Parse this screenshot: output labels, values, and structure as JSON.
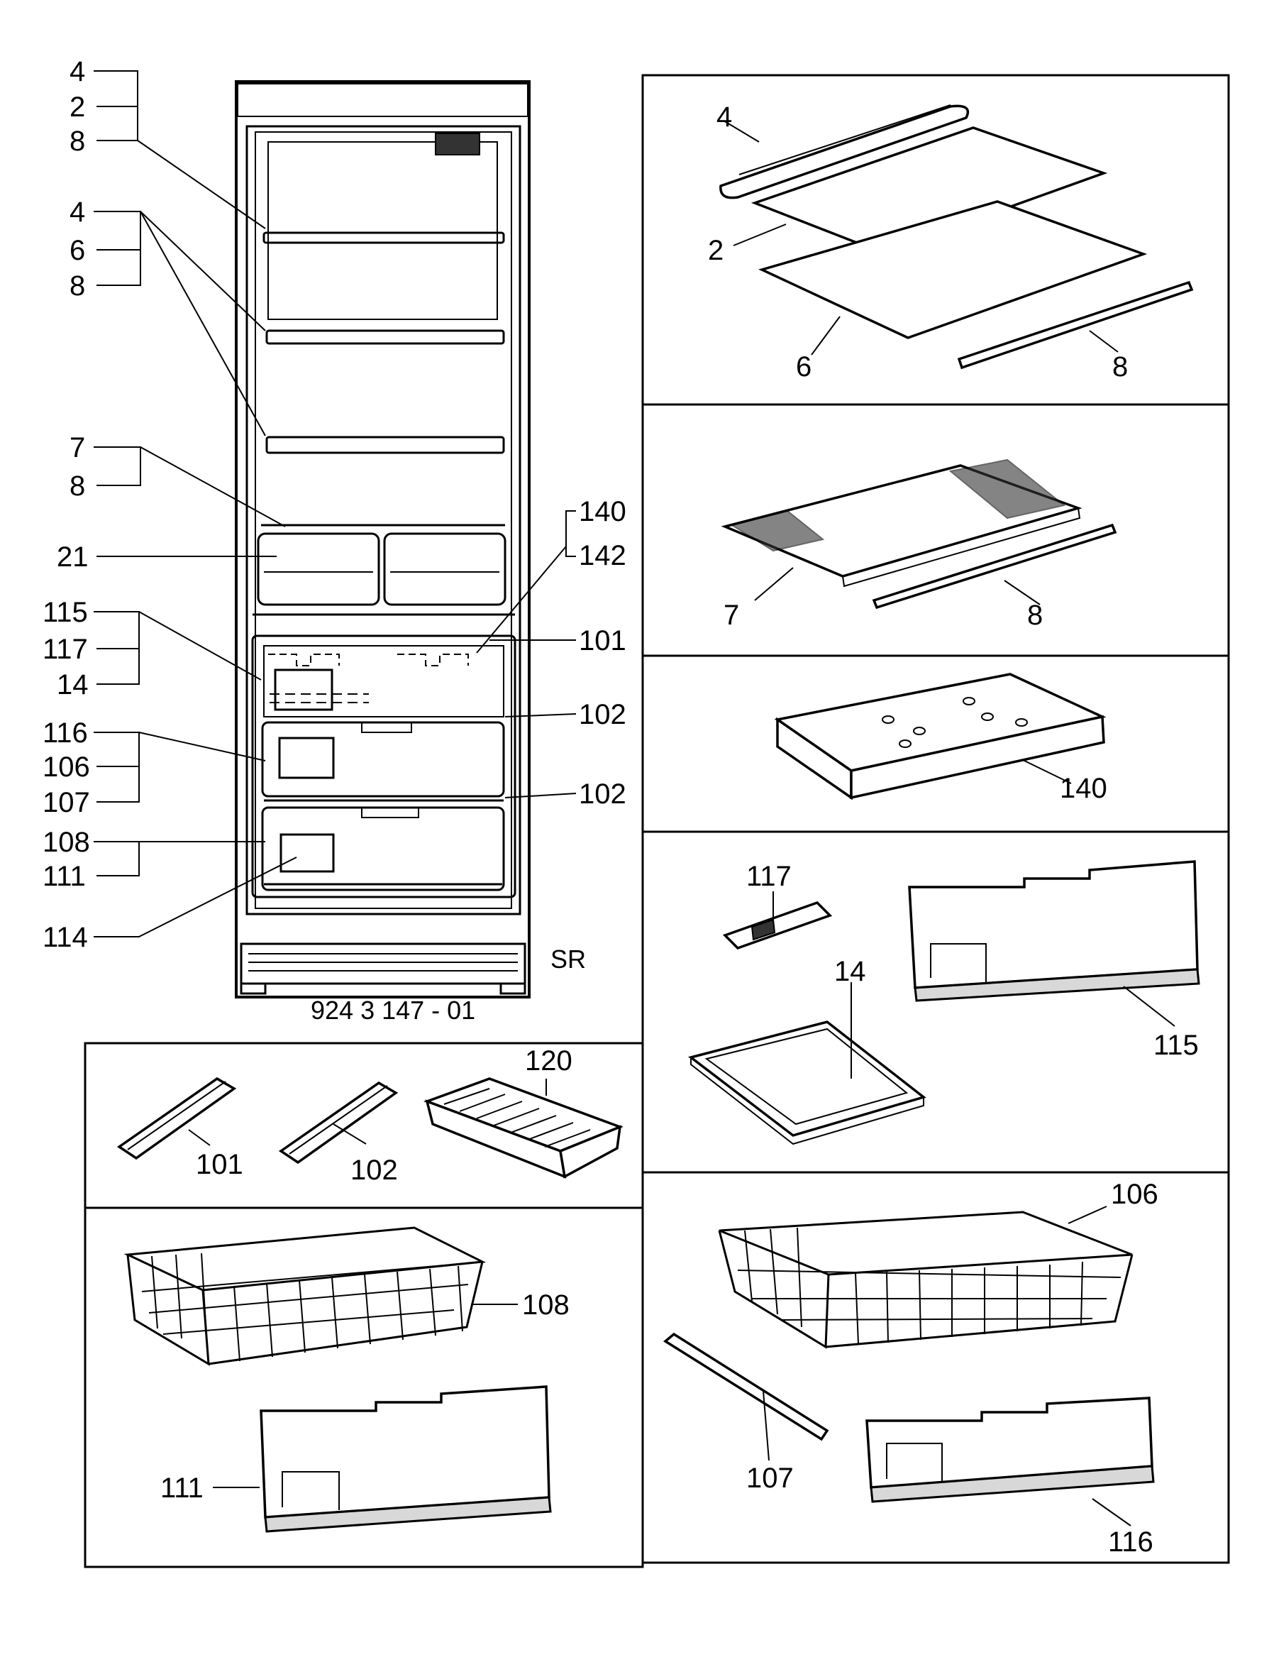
{
  "fridge": {
    "model_code": "924 3 147 - 01",
    "variant": "SR",
    "labels": {
      "l_4a": "4",
      "l_2a": "2",
      "l_8a": "8",
      "l_4b": "4",
      "l_6b": "6",
      "l_8b": "8",
      "l_7": "7",
      "l_8c": "8",
      "l_21": "21",
      "l_115": "115",
      "l_117": "117",
      "l_14": "14",
      "l_116": "116",
      "l_106": "106",
      "l_107": "107",
      "l_108": "108",
      "l_111": "111",
      "l_114": "114",
      "r_140": "140",
      "r_142": "142",
      "r_101": "101",
      "r_102a": "102",
      "r_102b": "102"
    }
  },
  "panels": {
    "glass_shelf": {
      "l_4": "4",
      "l_2": "2",
      "l_6": "6",
      "l_8": "8"
    },
    "crisper_cover": {
      "l_7": "7",
      "l_8": "8"
    },
    "cold_pack": {
      "l_140": "140"
    },
    "freezer_parts": {
      "l_117": "117",
      "l_14": "14",
      "l_115": "115"
    },
    "rails_tray": {
      "l_101": "101",
      "l_102": "102",
      "l_120": "120"
    },
    "basket_a": {
      "l_108": "108",
      "l_111": "111"
    },
    "basket_b": {
      "l_106": "106",
      "l_107": "107",
      "l_116": "116"
    }
  }
}
